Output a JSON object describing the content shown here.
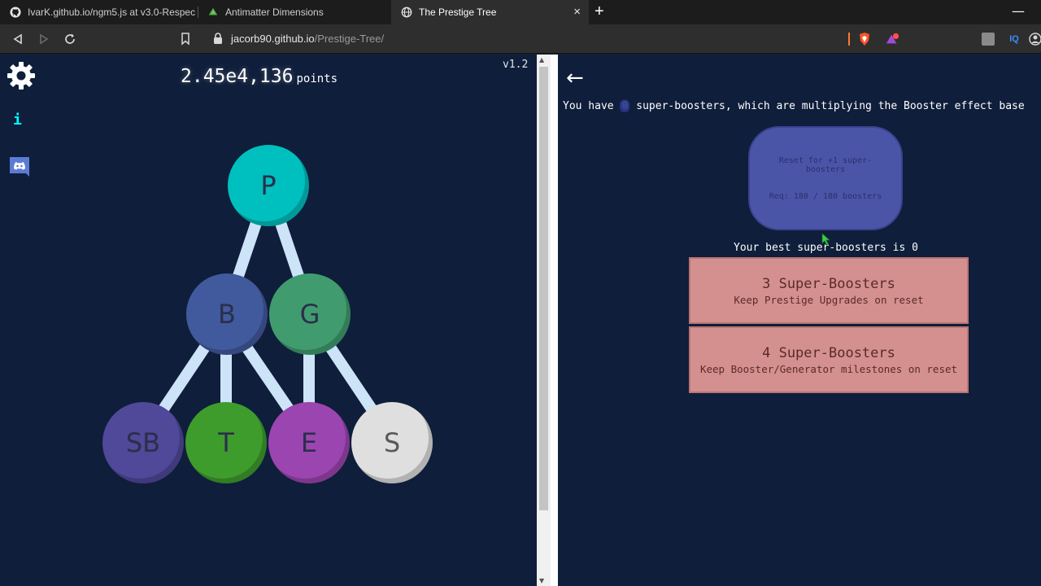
{
  "browser": {
    "tabs": [
      {
        "label": "IvarK.github.io/ngm5.js at v3.0-Respec",
        "icon": "github-icon"
      },
      {
        "label": "Antimatter Dimensions",
        "icon": "antimatter-icon"
      },
      {
        "label": "The Prestige Tree",
        "icon": "globe-icon",
        "close": "×"
      }
    ],
    "new_tab": "+",
    "minimize": "—",
    "url_host": "jacorb90.github.io",
    "url_path": "/Prestige-Tree/",
    "extensions": {
      "iq": "IQ"
    }
  },
  "game": {
    "points_value": "2.45e4,136",
    "points_unit": "points",
    "version": "v1.2",
    "info_label": "i",
    "layers": [
      {
        "id": "P",
        "color": "#00bfbf"
      },
      {
        "id": "B",
        "color": "#415a9e"
      },
      {
        "id": "G",
        "color": "#409c6e"
      },
      {
        "id": "SB",
        "color": "#504899"
      },
      {
        "id": "T",
        "color": "#3e9c2d"
      },
      {
        "id": "E",
        "color": "#9b45b0"
      },
      {
        "id": "S",
        "color": "#dfdfdf"
      }
    ]
  },
  "panel": {
    "back_label": "←",
    "have_prefix": "You have",
    "sb_count": "0",
    "have_suffix": "super-boosters, which are multiplying the Booster effect base",
    "reset_text": "Reset for +1 super-boosters",
    "reset_req": "Req: 180 / 180 boosters",
    "best_line": "Your best super-boosters is 0",
    "milestones": [
      {
        "title": "3 Super-Boosters",
        "desc": "Keep Prestige Upgrades on reset"
      },
      {
        "title": "4 Super-Boosters",
        "desc": "Keep Booster/Generator milestones on reset"
      }
    ]
  }
}
